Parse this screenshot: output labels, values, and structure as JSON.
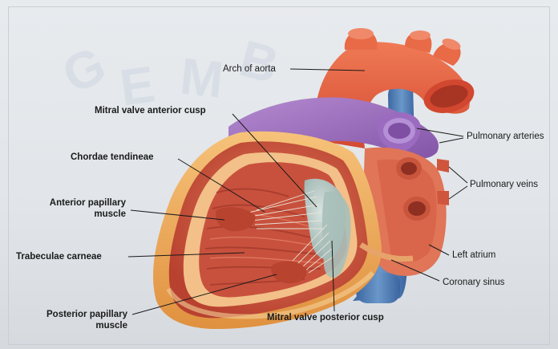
{
  "labels": {
    "arch_of_aorta": "Arch of aorta",
    "mitral_valve_anterior_cusp": "Mitral valve anterior cusp",
    "chordae_tendineae": "Chordae tendineae",
    "anterior_papillary_muscle_line1": "Anterior papillary",
    "anterior_papillary_muscle_line2": "muscle",
    "trabeculae_carneae": "Trabeculae carneae",
    "posterior_papillary_muscle_line1": "Posterior papillary",
    "posterior_papillary_muscle_line2": "muscle",
    "mitral_valve_posterior_cusp": "Mitral valve posterior cusp",
    "pulmonary_arteries": "Pulmonary arteries",
    "pulmonary_veins": "Pulmonary veins",
    "left_atrium": "Left atrium",
    "coronary_sinus": "Coronary sinus"
  },
  "watermark": {
    "letters": [
      "G",
      "E",
      "M",
      "B"
    ]
  },
  "colors": {
    "aorta": "#e4603f",
    "pulmonary_artery": "#9a68b8",
    "vena_cava": "#4a78b0",
    "myocardium": "#c94f3a",
    "fat": "#eea95c",
    "valve": "#b7c9c5"
  }
}
